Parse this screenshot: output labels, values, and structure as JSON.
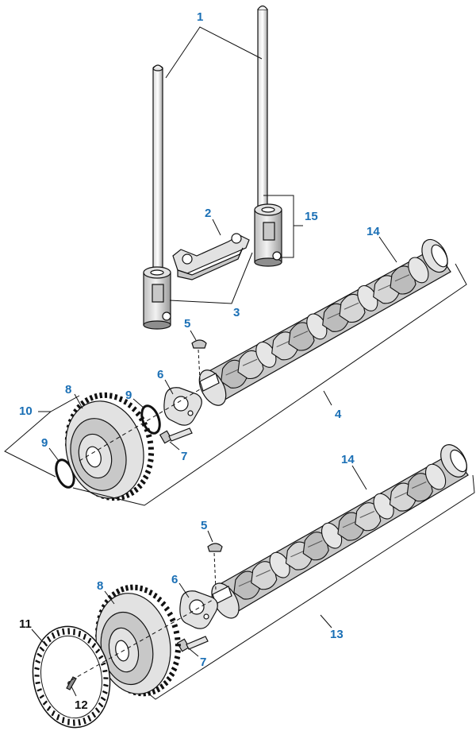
{
  "colors": {
    "callout_blue": "#1a6fb5",
    "callout_black": "#111111",
    "line": "#111111"
  },
  "callouts": {
    "c1": "1",
    "c2": "2",
    "c3": "3",
    "c4": "4",
    "c5a": "5",
    "c5b": "5",
    "c6a": "6",
    "c6b": "6",
    "c7a": "7",
    "c7b": "7",
    "c8a": "8",
    "c8b": "8",
    "c9a": "9",
    "c9b": "9",
    "c10": "10",
    "c11": "11",
    "c12": "12",
    "c13": "13",
    "c14a": "14",
    "c14b": "14",
    "c15": "15"
  }
}
